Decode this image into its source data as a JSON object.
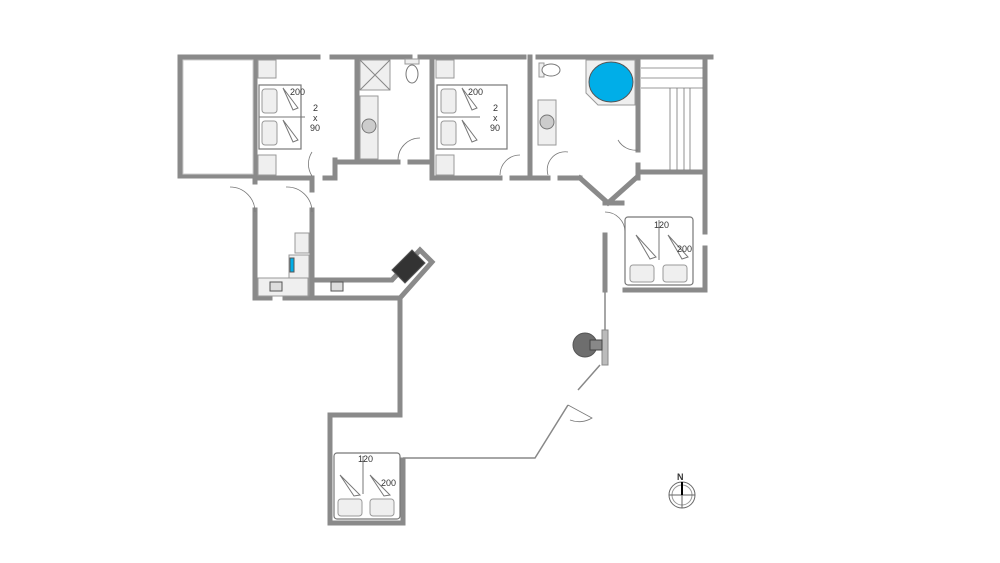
{
  "plan": {
    "bedroom_1": {
      "size_top": "200",
      "size_mult": "2",
      "size_x": "x",
      "size_side": "90"
    },
    "bedroom_2": {
      "size_top": "200",
      "size_mult": "2",
      "size_x": "x",
      "size_side": "90"
    },
    "bedroom_3": {
      "width": "120",
      "length": "200"
    },
    "bedroom_4": {
      "width": "120",
      "length": "200"
    },
    "compass": {
      "north_label": "N"
    },
    "colors": {
      "wall": "#8a8a8a",
      "bathtub": "#00aee8",
      "stove": "#6e6e6e"
    }
  }
}
